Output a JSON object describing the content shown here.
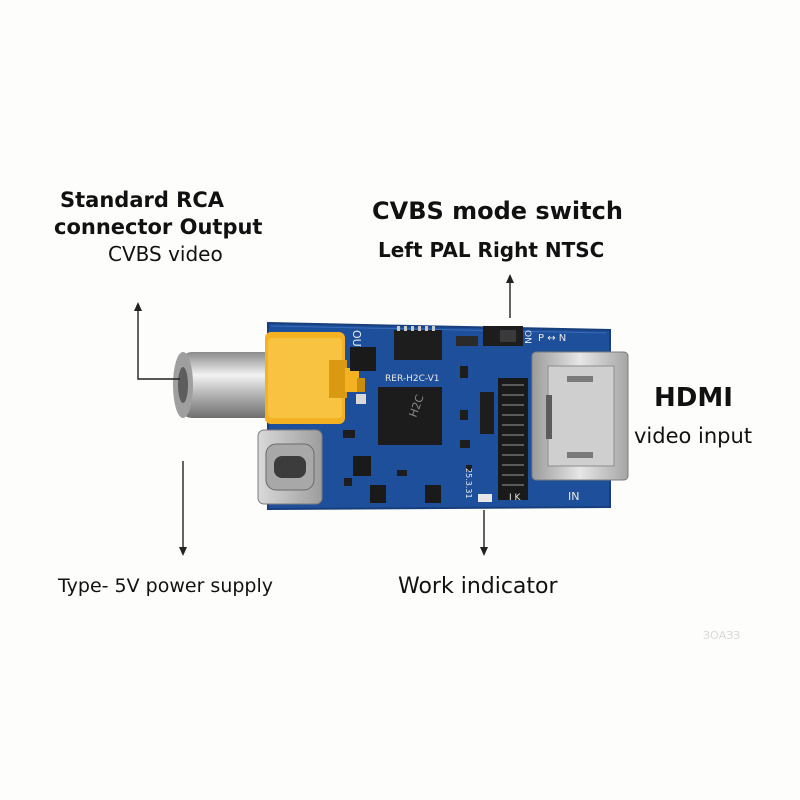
{
  "labels": {
    "rca_line1": "Standard RCA",
    "rca_line2": "connector Output",
    "rca_line3": "CVBS video",
    "switch_line1": "CVBS mode switch",
    "switch_line2": "Left PAL Right NTSC",
    "hdmi_line1": "HDMI",
    "hdmi_line2": "video input",
    "power_label": "Type- 5V power supply",
    "indicator_label": "Work indicator",
    "watermark": "ЗОАЗЗ"
  },
  "board": {
    "out_text": "OUT",
    "model_text": "RER-H2C-V1",
    "chip_text": "H2C",
    "in_text": "IN",
    "switch_text": "P ↔ N",
    "switch_on": "ON",
    "date_text": "25.3.31",
    "ik_text": "I K"
  },
  "colors": {
    "pcb": "#1e4f9a",
    "rca_housing": "#f4b223",
    "metal": "#c8c8c8",
    "chip": "#1c1c1c"
  }
}
